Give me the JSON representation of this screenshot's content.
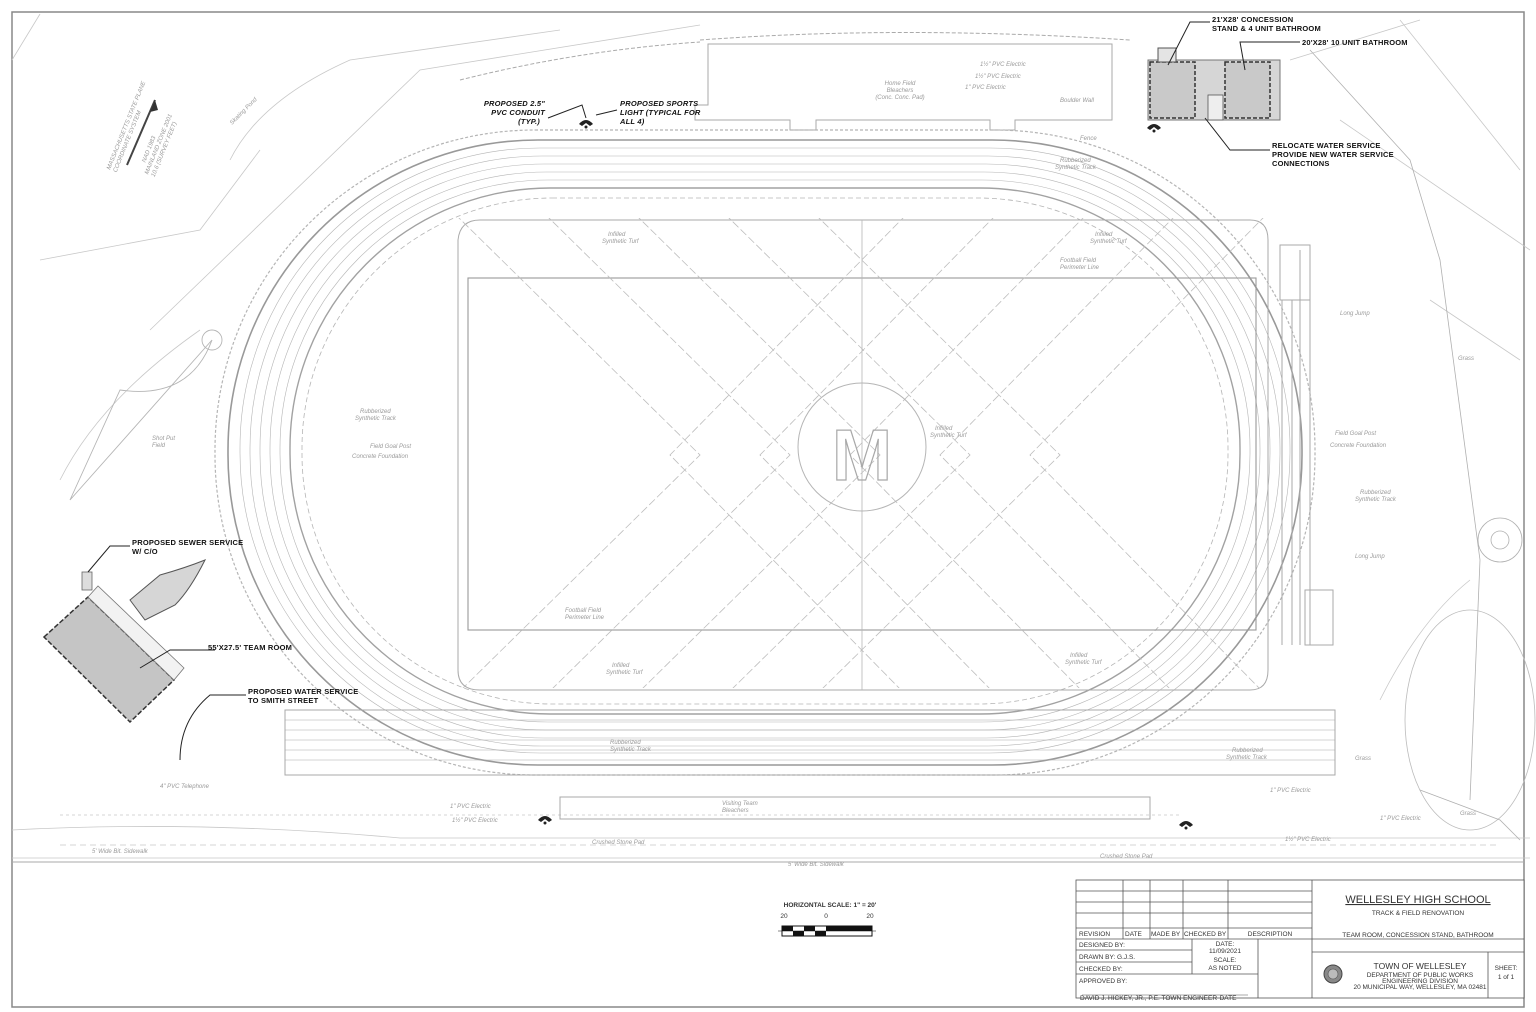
{
  "drawing": {
    "title_block": {
      "project_name": "WELLESLEY HIGH SCHOOL",
      "project_subtitle": "TRACK & FIELD RENOVATION",
      "sheet_description": "TEAM ROOM, CONCESSION STAND, BATHROOM",
      "revision_headers": [
        "REVISION",
        "DATE",
        "MADE BY",
        "CHECKED BY",
        "DESCRIPTION"
      ],
      "designed_by": "DESIGNED BY:",
      "drawn_by": "DRAWN BY:   G.J.S.",
      "checked_by": "CHECKED BY:",
      "approved_by": "APPROVED BY:",
      "signatory": "DAVID J. HICKEY, JR., P.E.   TOWN ENGINEER",
      "signature_date": "DATE",
      "date_label": "DATE:",
      "date_value": "11/09/2021",
      "scale_label": "SCALE:",
      "scale_value": "AS NOTED",
      "agency_name": "TOWN OF WELLESLEY",
      "agency_dept": "DEPARTMENT OF PUBLIC WORKS",
      "agency_division": "ENGINEERING DIVISION",
      "agency_address": "20 MUNICIPAL WAY, WELLESLEY, MA 02481",
      "sheet_label": "SHEET:",
      "sheet_value": "1 of 1"
    },
    "scale_bar": {
      "label": "HORIZONTAL SCALE: 1\" = 20'",
      "ticks": [
        "20",
        "0",
        "20"
      ]
    },
    "callouts": {
      "concession": [
        "21'X28' CONCESSION",
        "STAND & 4 UNIT BATHROOM"
      ],
      "bathroom": "20'X28' 10 UNIT BATHROOM",
      "water_relocate": [
        "RELOCATE WATER SERVICE",
        "PROVIDE NEW WATER SERVICE",
        "CONNECTIONS"
      ],
      "conduit": [
        "PROPOSED 2.5\"",
        "PVC CONDUIT",
        "(TYP.)"
      ],
      "sports_light": [
        "PROPOSED SPORTS",
        "LIGHT (TYPICAL FOR",
        "ALL 4)"
      ],
      "sewer": [
        "PROPOSED SEWER SERVICE",
        "W/ C/O"
      ],
      "team_room": "55'X27.5' TEAM ROOM",
      "water_smith": [
        "PROPOSED WATER SERVICE",
        "TO SMITH STREET"
      ]
    },
    "site_labels": {
      "skating_pond": "Skating Pond",
      "bleachers": [
        "Home Field",
        "Bleachers",
        "(Conc. Conc. Pad)"
      ],
      "boulder_wall": "Boulder Wall",
      "fence": "Fence",
      "track_top": [
        "Rubberized",
        "Synthetic Track"
      ],
      "track_bottom": [
        "Rubberized",
        "Synthetic Track"
      ],
      "turf": [
        "Infilled",
        "Synthetic Turf"
      ],
      "football_perimeter": [
        "Football Field",
        "Perimeter Line"
      ],
      "long_jump": "Long Jump",
      "field_goal": [
        "Field Goal Post",
        "Concrete Foundation"
      ],
      "shot_put": [
        "Shot Put",
        "Field"
      ],
      "crushed_stone": "Crushed Stone Pad",
      "visiting_bleachers": [
        "Visiting Team",
        "Bleachers"
      ],
      "sidewalk_left": "5' Wide Bit. Sidewalk",
      "sidewalk_right": "5' Wide Bit. Sidewalk",
      "grass": "Grass",
      "pvc_electric_1": "1\" PVC Electric",
      "pvc_electric_15": "1½\" PVC Electric",
      "pvc_telephone": "4\" PVC Telephone",
      "field_logo": "M",
      "north_text": [
        "MASSACHUSETTS STATE PLANE",
        "COORDINATE SYSTEM",
        "NAD 1983",
        "MAINLAND ZONE 2001",
        "10.6 (SURVEY FEET)"
      ]
    }
  }
}
